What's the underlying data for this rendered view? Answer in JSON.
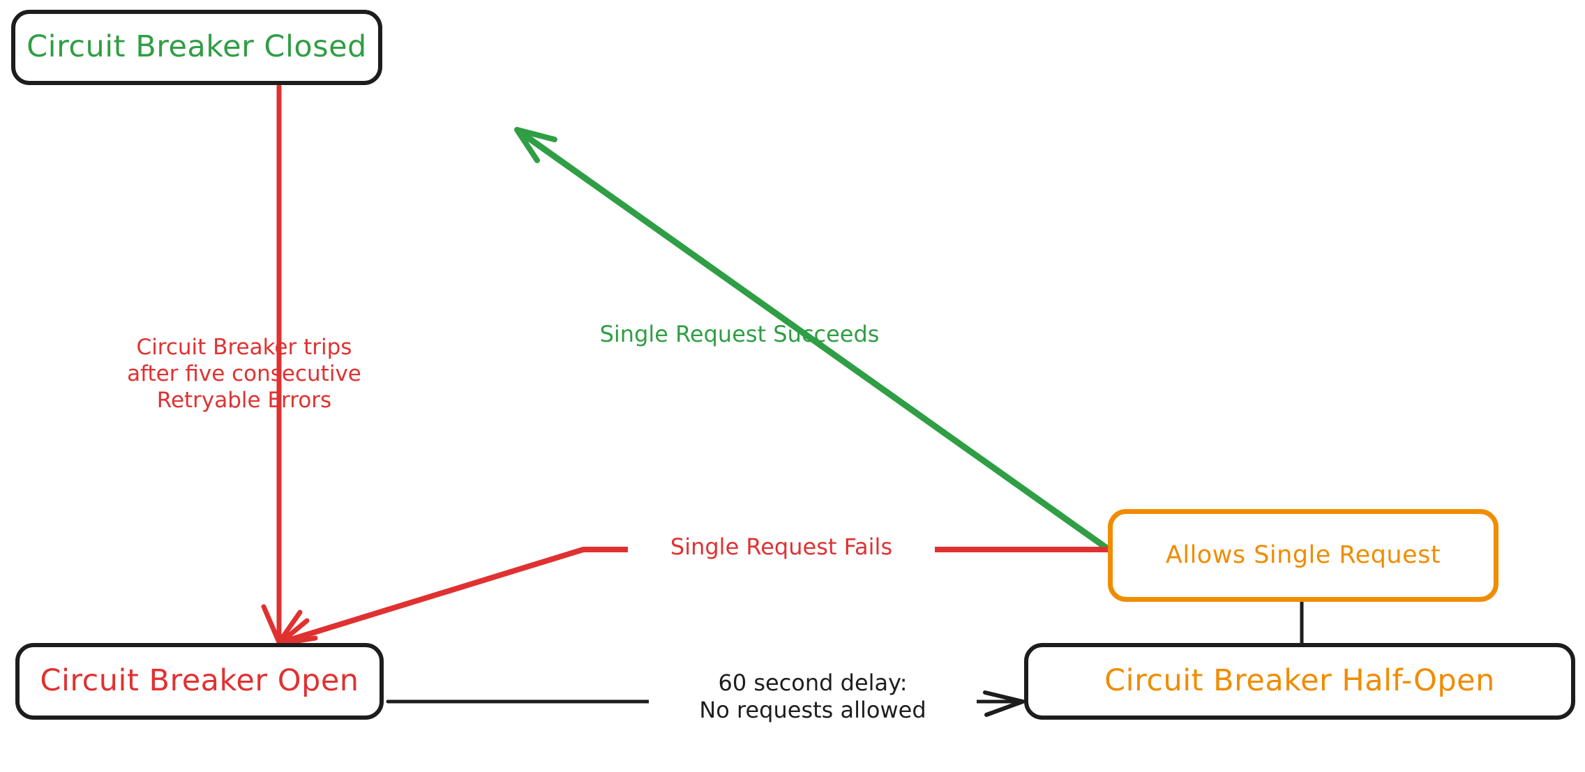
{
  "diagram": {
    "title": "Circuit Breaker State Diagram",
    "background": "#ffffff",
    "colors": {
      "green": "#2f9e44",
      "red": "#e03131",
      "orange": "#f08c00",
      "black": "#1d1d1d"
    }
  },
  "nodes": [
    {
      "id": "closed",
      "label": "Circuit Breaker Closed",
      "text_color": "#2f9e44",
      "border_color": "#1d1d1d"
    },
    {
      "id": "open",
      "label": "Circuit Breaker Open",
      "text_color": "#e03131",
      "border_color": "#1d1d1d"
    },
    {
      "id": "allows",
      "label": "Allows Single Request",
      "text_color": "#f08c00",
      "border_color": "#f08c00"
    },
    {
      "id": "half_open",
      "label": "Circuit Breaker Half-Open",
      "text_color": "#f08c00",
      "border_color": "#1d1d1d"
    }
  ],
  "edges": [
    {
      "id": "closed-to-open",
      "from": "closed",
      "to": "open",
      "color": "#e03131",
      "label_lines": [
        "Circuit Breaker trips",
        "after five consecutive",
        "Retryable Errors"
      ],
      "label": "Circuit Breaker trips\nafter five consecutive\nRetryable Errors"
    },
    {
      "id": "allows-to-closed",
      "from": "allows",
      "to": "closed",
      "color": "#2f9e44",
      "label_lines": [
        "Single Request Succeeds"
      ],
      "label": "Single Request Succeeds"
    },
    {
      "id": "allows-to-open",
      "from": "allows",
      "to": "open",
      "color": "#e03131",
      "label_lines": [
        "Single Request Fails"
      ],
      "label": "Single Request Fails"
    },
    {
      "id": "open-to-half-open",
      "from": "open",
      "to": "half_open",
      "color": "#1d1d1d",
      "label_lines": [
        "60 second delay:",
        "No requests allowed"
      ],
      "label": "60 second delay:\nNo requests allowed"
    },
    {
      "id": "half-open-to-allows",
      "from": "half_open",
      "to": "allows",
      "color": "#1d1d1d",
      "label_lines": [],
      "label": ""
    }
  ]
}
